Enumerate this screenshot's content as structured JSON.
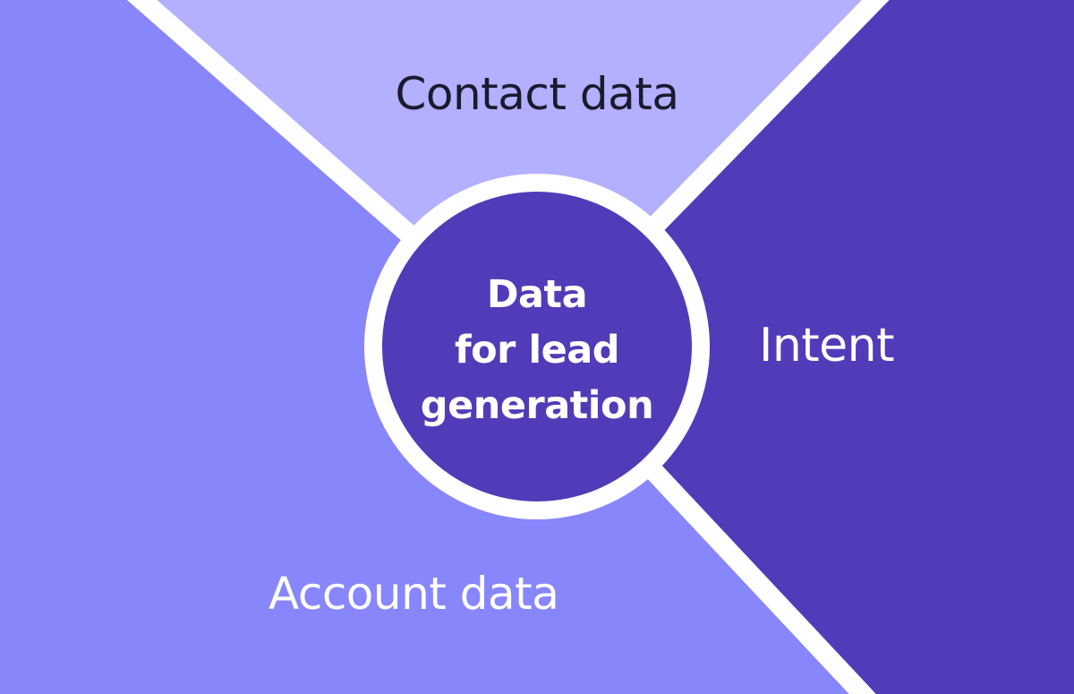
{
  "diagram": {
    "center": {
      "lines": [
        "Data",
        "for lead",
        "generation"
      ]
    },
    "segments": {
      "top": {
        "label": "Contact data"
      },
      "right": {
        "label": "Intent"
      },
      "bottom_left": {
        "label": "Account data"
      }
    },
    "colors": {
      "top_fill": "#b2b0ff",
      "right_fill": "#523bb8",
      "left_fill": "#8886fb",
      "center_fill": "#523bb8",
      "divider": "#ffffff",
      "dark_text": "#1b1a2e",
      "light_text": "#ffffff"
    }
  }
}
